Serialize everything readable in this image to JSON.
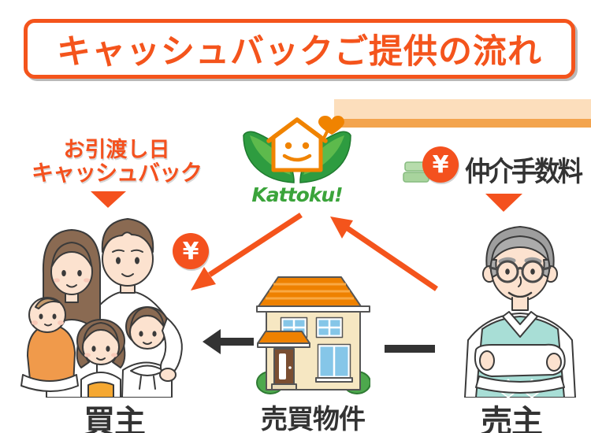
{
  "title": "キャッシュバックご提供の流れ",
  "brand": {
    "logo_text": "Kattoku!"
  },
  "flow_left": {
    "line1": "お引渡し日",
    "line2": "キャッシュバック",
    "yen_symbol": "¥"
  },
  "flow_right": {
    "label": "仲介手数料",
    "yen_symbol": "¥"
  },
  "parties": {
    "buyer": "買主",
    "property": "売買物件",
    "seller": "売主"
  },
  "icons": {
    "yen_coin": "¥ coin",
    "down_triangle": "▼",
    "heart": "♥",
    "logo": "smiling house with leaves"
  },
  "colors": {
    "accent_orange": "#F4541C",
    "coin_orange": "#F4511E",
    "banner_light": "#FCDEBC",
    "banner_dark": "#F3A44E",
    "text_dark": "#333333",
    "logo_green": "#2E9C40",
    "roof_orange": "#EE8100",
    "vest_teal": "#A8DED6"
  }
}
